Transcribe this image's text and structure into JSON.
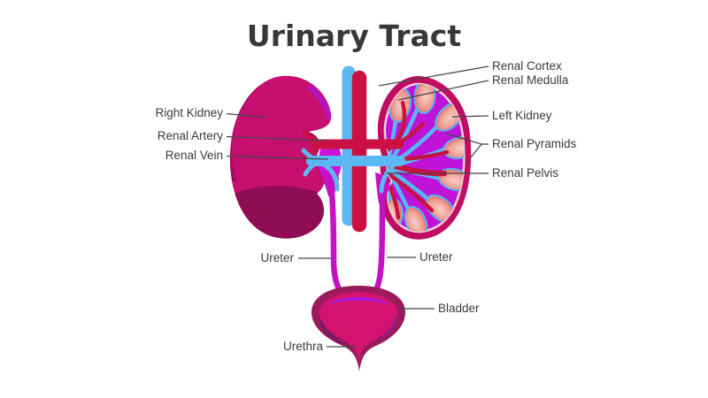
{
  "diagram": {
    "title": "Urinary Tract",
    "labels": {
      "right_kidney": "Right Kidney",
      "renal_artery": "Renal Artery",
      "renal_vein": "Renal Vein",
      "ureter_left": "Ureter",
      "urethra": "Urethra",
      "renal_cortex": "Renal Cortex",
      "renal_medulla": "Renal Medulla",
      "left_kidney": "Left Kidney",
      "renal_pyramids": "Renal Pyramids",
      "renal_pelvis": "Renal Pelvis",
      "ureter_right": "Ureter",
      "bladder": "Bladder"
    },
    "colors": {
      "kidney_body": "#C60F6E",
      "kidney_shadow": "#8E0D55",
      "cortex_rim": "#C00D62",
      "cortex_inner_line": "#F3D3DA",
      "medulla_interior": "#C013D9",
      "pyramid": "#E25A4E",
      "pyramid_highlight": "#FBD4C6",
      "artery_red": "#CB1144",
      "vein_blue": "#5CB8F2",
      "ureter_magenta": "#C411C4",
      "pelvis_magenta": "#CF13DC",
      "bladder_outer": "#9A1A5C",
      "bladder_inner": "#D41371",
      "bladder_highlight": "#A816DE",
      "label_text": "#3A3A3A"
    }
  }
}
